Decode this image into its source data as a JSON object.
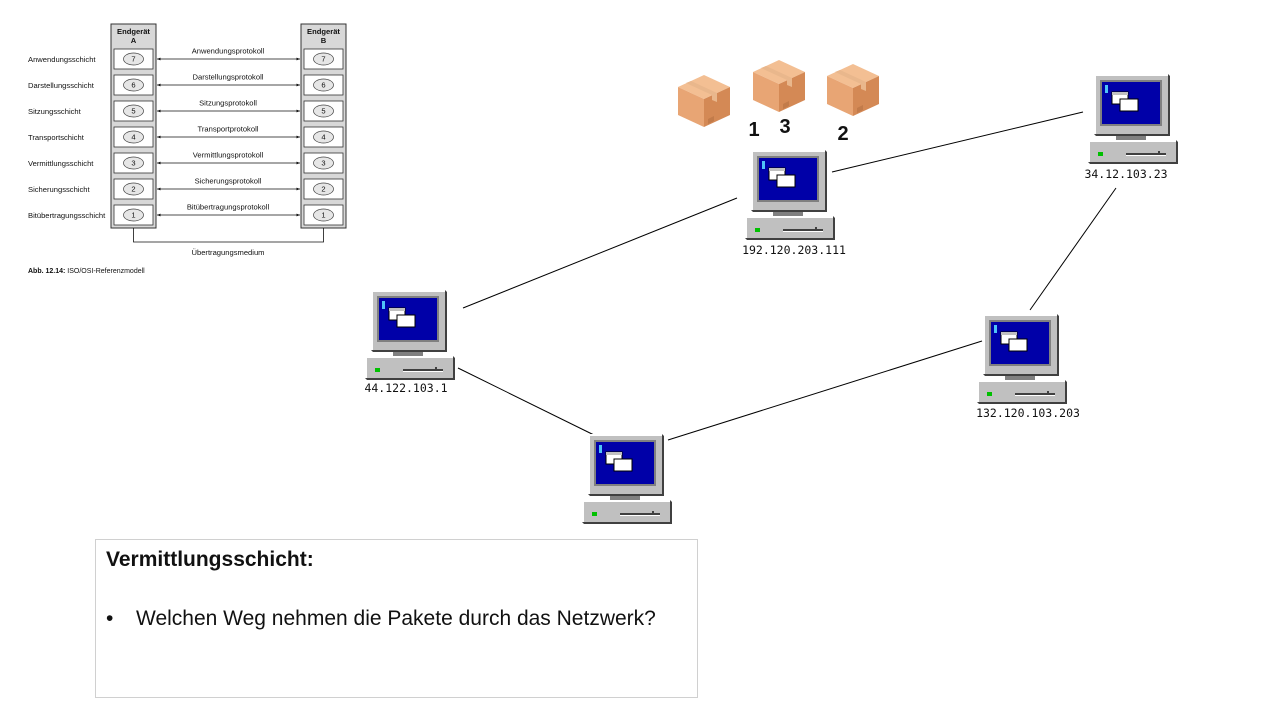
{
  "osi_model": {
    "end_a_line1": "Endgerät",
    "end_a_line2": "A",
    "end_b_line1": "Endgerät",
    "end_b_line2": "B",
    "layers": [
      {
        "name": "Anwendungsschicht",
        "number": "7",
        "protocol": "Anwendungsprotokoll"
      },
      {
        "name": "Darstellungsschicht",
        "number": "6",
        "protocol": "Darstellungsprotokoll"
      },
      {
        "name": "Sitzungsschicht",
        "number": "5",
        "protocol": "Sitzungsprotokoll"
      },
      {
        "name": "Transportschicht",
        "number": "4",
        "protocol": "Transportprotokoll"
      },
      {
        "name": "Vermittlungsschicht",
        "number": "3",
        "protocol": "Vermittlungsprotokoll"
      },
      {
        "name": "Sicherungsschicht",
        "number": "2",
        "protocol": "Sicherungsprotokoll"
      },
      {
        "name": "Bitübertragungsschicht",
        "number": "1",
        "protocol": "Bitübertragungsprotokoll"
      }
    ],
    "medium": "Übertragungsmedium",
    "caption_label": "Abb. 12.14:",
    "caption_text": " ISO/OSI-Referenzmodell"
  },
  "packets": [
    {
      "number": "1"
    },
    {
      "number": "3"
    },
    {
      "number": "2"
    }
  ],
  "network": {
    "computers": [
      {
        "ip": "192.120.203.111"
      },
      {
        "ip": "34.12.103.23"
      },
      {
        "ip": "44.122.103.1"
      },
      {
        "ip": "132.120.103.203"
      },
      {
        "ip": ""
      }
    ]
  },
  "question": {
    "title": "Vermittlungsschicht:",
    "bullet": "•",
    "text": "Welchen Weg nehmen die Pakete durch das Netzwerk?"
  },
  "colors": {
    "screen_blue": "#0000a8",
    "case_gray": "#c0c0c0",
    "packet_orange": "#e8a574",
    "power_green": "#00c000"
  }
}
